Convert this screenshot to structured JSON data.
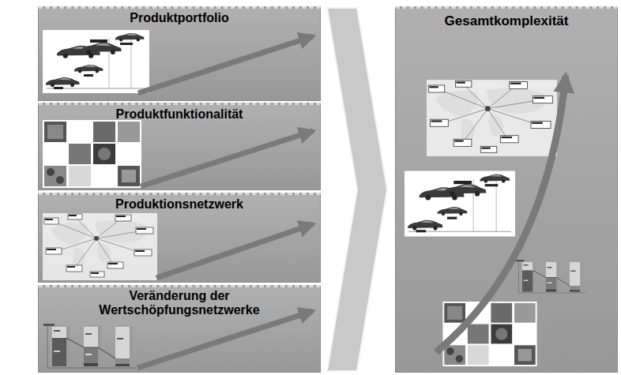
{
  "diagram": {
    "nodes": [
      {
        "text": [
          "Produktportfolio"
        ]
      },
      {
        "text": [
          "Produktfunktionalität"
        ]
      },
      {
        "text": [
          "Produktionsnetzwerk"
        ]
      },
      {
        "text": [
          "Veränderung der Wertschöpfungsnetzwerke"
        ]
      },
      {
        "text": [
          "Gesamtkomplexität"
        ]
      }
    ]
  }
}
